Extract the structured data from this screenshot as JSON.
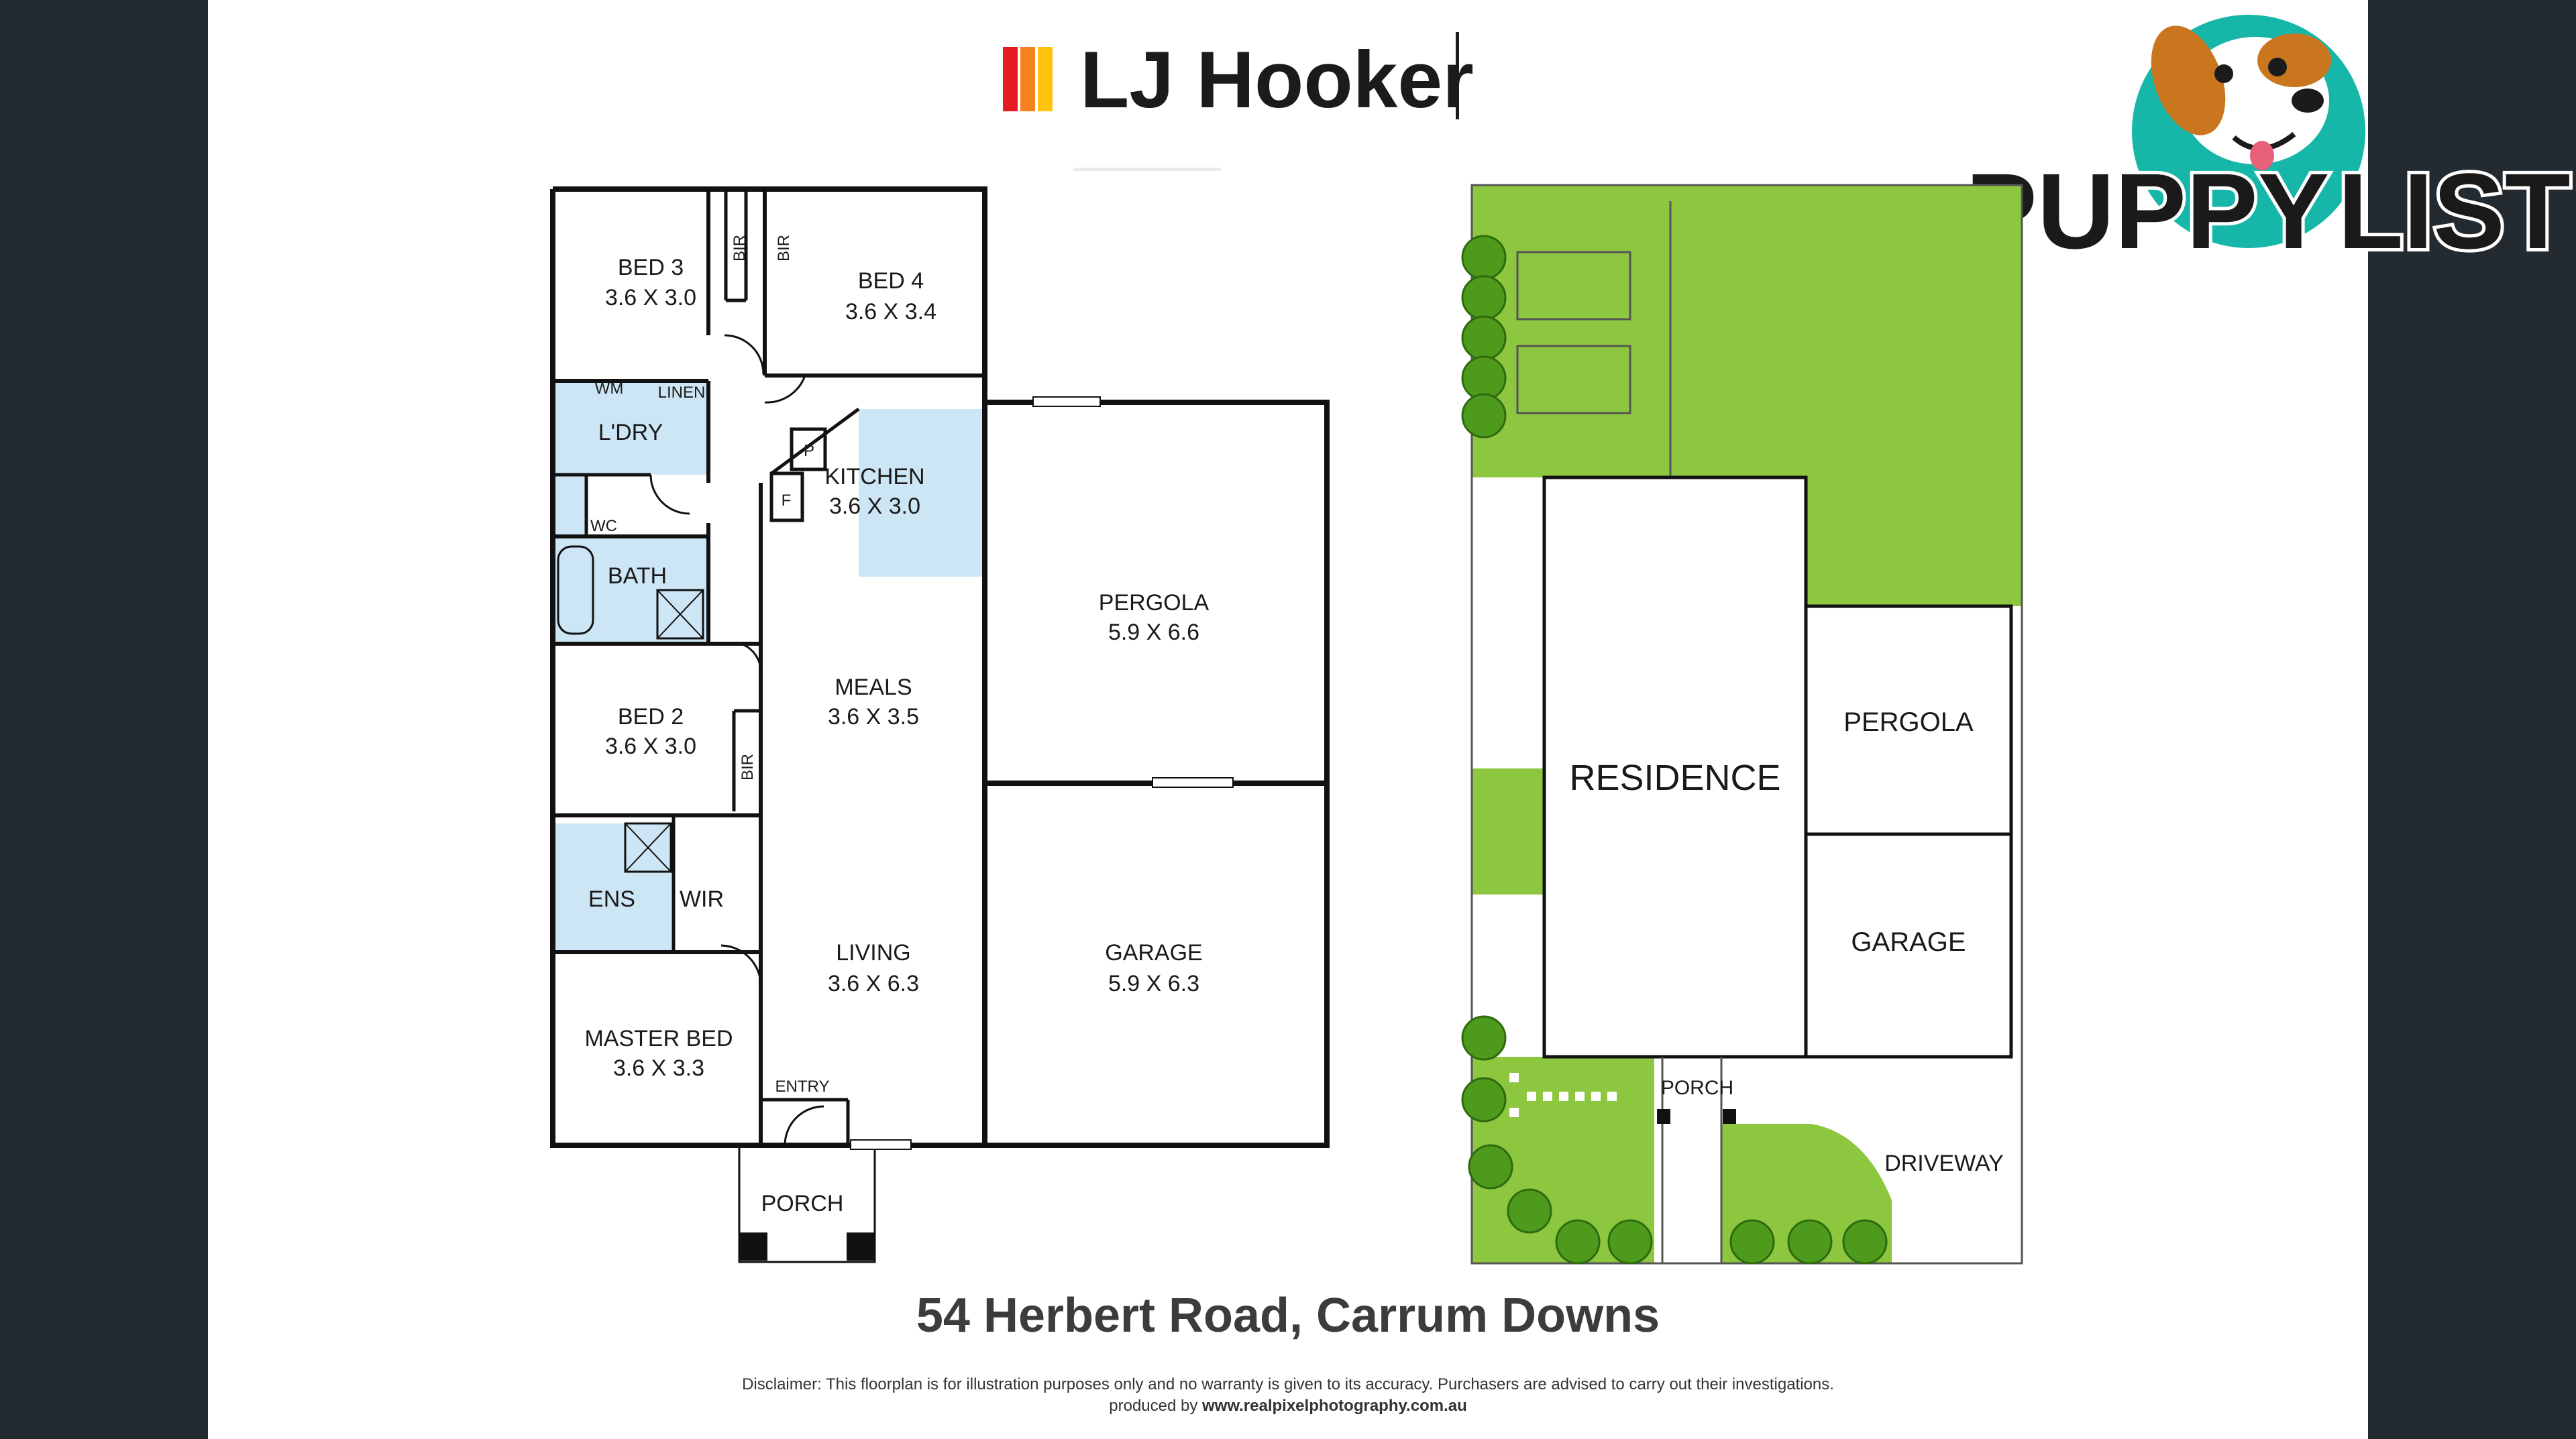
{
  "brand": {
    "name": "LJ Hooker",
    "colors": [
      "#e31b23",
      "#f5821f",
      "#ffc20e"
    ]
  },
  "watermark": {
    "name": "PUPPYLIST",
    "part1": "PUPPY",
    "part2": "LIST",
    "dark": "#111111",
    "teal": "#16b6a9"
  },
  "floorplan": {
    "rooms": {
      "bed3": {
        "name": "BED 3",
        "dims": "3.6 X 3.0"
      },
      "bed4": {
        "name": "BED 4",
        "dims": "3.6 X 3.4"
      },
      "bir": "BIR",
      "wm": "WM",
      "linen": "LINEN",
      "laundry": "L'DRY",
      "wc": "WC",
      "bath": "BATH",
      "kitchen": {
        "name": "KITCHEN",
        "dims": "3.6 X 3.0"
      },
      "pantry": "P",
      "fridge": "F",
      "pergola": {
        "name": "PERGOLA",
        "dims": "5.9 X 6.6"
      },
      "meals": {
        "name": "MEALS",
        "dims": "3.6 X 3.5"
      },
      "bed2": {
        "name": "BED 2",
        "dims": "3.6 X 3.0"
      },
      "ens": "ENS",
      "wir": "WIR",
      "living": {
        "name": "LIVING",
        "dims": "3.6 X 6.3"
      },
      "garage": {
        "name": "GARAGE",
        "dims": "5.9 X 6.3"
      },
      "master": {
        "name": "MASTER BED",
        "dims": "3.6 X 3.3"
      },
      "entry": "ENTRY",
      "porch": "PORCH"
    },
    "wet_area_color": "#cde6f5"
  },
  "siteplan": {
    "residence": "RESIDENCE",
    "pergola": "PERGOLA",
    "garage": "GARAGE",
    "porch": "PORCH",
    "driveway": "DRIVEWAY",
    "lawn_color": "#8dc63f"
  },
  "address": "54 Herbert Road, Carrum Downs",
  "disclaimer": "Disclaimer: This floorplan is for illustration purposes only and no warranty is given to its accuracy. Purchasers are advised to carry out their investigations.",
  "producer_prefix": "produced by ",
  "producer_url": "www.realpixelphotography.com.au"
}
